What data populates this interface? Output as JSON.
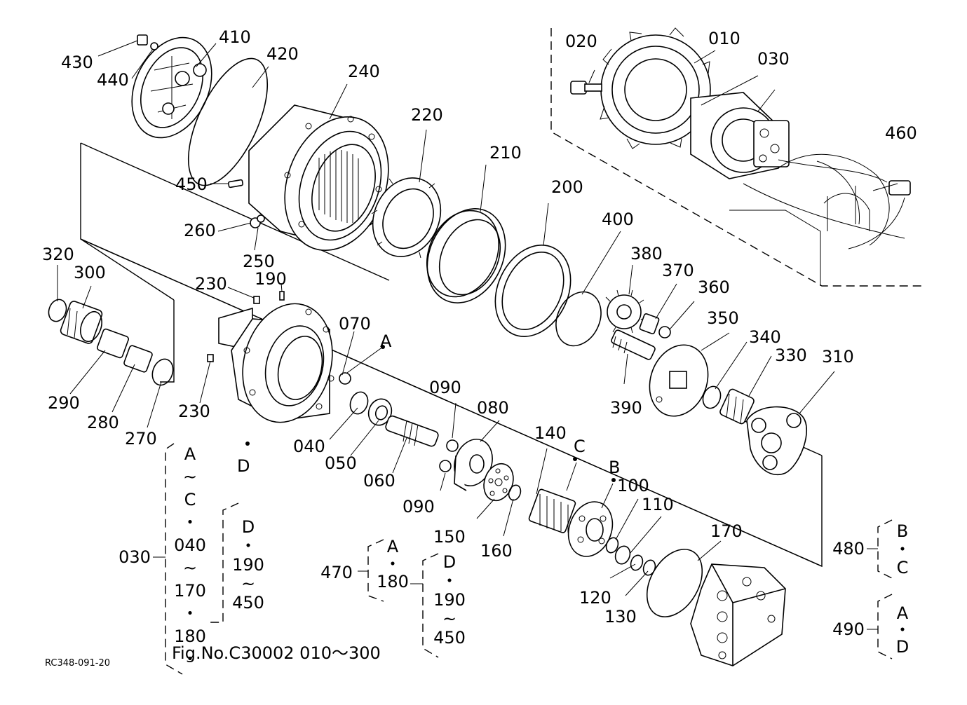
{
  "diagram": {
    "figure_no": "Fig.No.C30002  010～300",
    "drawing_code": "RC348-091-20",
    "part_labels": [
      "010",
      "020",
      "030",
      "040",
      "050",
      "060",
      "070",
      "080",
      "090",
      "090",
      "100",
      "110",
      "120",
      "130",
      "140",
      "150",
      "160",
      "170",
      "190",
      "200",
      "210",
      "220",
      "230",
      "230",
      "240",
      "250",
      "260",
      "270",
      "280",
      "290",
      "300",
      "310",
      "320",
      "330",
      "340",
      "350",
      "360",
      "370",
      "380",
      "390",
      "400",
      "410",
      "420",
      "430",
      "440",
      "450",
      "460"
    ],
    "point_labels": [
      "A",
      "B",
      "C",
      "D"
    ],
    "groups": {
      "g030": {
        "label": "030",
        "col1": [
          "A",
          "~",
          "C",
          "・",
          "040",
          "~",
          "170",
          "・",
          "180",
          "・"
        ],
        "col2": [
          "D",
          "・",
          "190",
          "~",
          "450"
        ]
      },
      "g470": {
        "label": "470",
        "col1": [
          "A",
          "・",
          "180"
        ],
        "col2": [
          "D",
          "・",
          "190",
          "~",
          "450"
        ]
      },
      "g480": {
        "label": "480",
        "col": [
          "B",
          "・",
          "C"
        ]
      },
      "g490": {
        "label": "490",
        "col": [
          "A",
          "・",
          "D"
        ]
      }
    }
  }
}
